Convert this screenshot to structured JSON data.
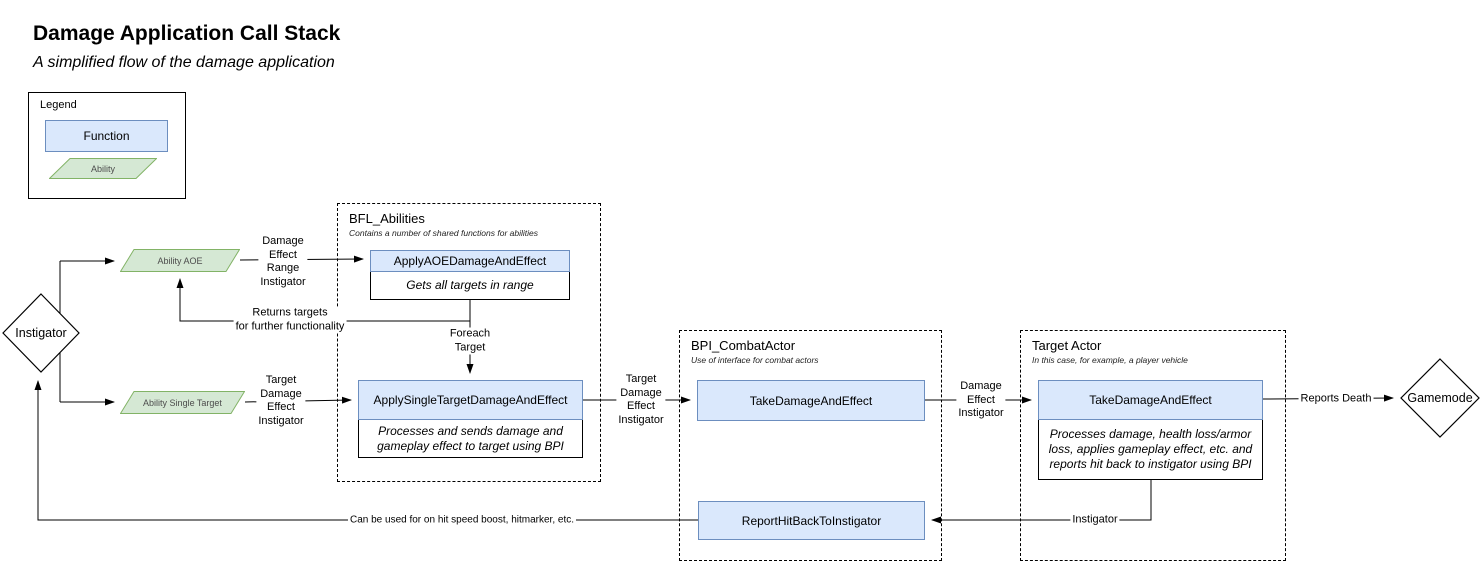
{
  "header": {
    "title": "Damage Application Call Stack",
    "subtitle": "A simplified flow of the damage application"
  },
  "legend": {
    "title": "Legend",
    "function_label": "Function",
    "ability_label": "Ability"
  },
  "containers": {
    "bfl": {
      "title": "BFL_Abilities",
      "subtitle": "Contains a number of shared functions for abilities"
    },
    "bpi": {
      "title": "BPI_CombatActor",
      "subtitle": "Use of interface for combat actors"
    },
    "target_actor": {
      "title": "Target Actor",
      "subtitle": "In this case, for example, a player vehicle"
    }
  },
  "nodes": {
    "instigator": {
      "label": "Instigator"
    },
    "gamemode": {
      "label": "Gamemode"
    },
    "ability_aoe": {
      "label": "Ability AOE"
    },
    "ability_single_target": {
      "label": "Ability Single Target"
    },
    "apply_aoe": {
      "title": "ApplyAOEDamageAndEffect",
      "desc": "Gets all targets in range"
    },
    "apply_single": {
      "title": "ApplySingleTargetDamageAndEffect",
      "desc": "Processes and sends damage and gameplay effect to target using BPI"
    },
    "take_damage_bpi": {
      "title": "TakeDamageAndEffect"
    },
    "report_hit": {
      "title": "ReportHitBackToInstigator"
    },
    "take_damage_target": {
      "title": "TakeDamageAndEffect",
      "desc": "Processes damage, health loss/armor loss, applies gameplay effect, etc. and reports hit back to instigator using BPI"
    }
  },
  "edge_labels": {
    "aoe_params": "Damage\nEffect\nRange\nInstigator",
    "returns_targets": "Returns targets\nfor further functionality",
    "foreach_target": "Foreach\nTarget",
    "single_params": "Target\nDamage\nEffect\nInstigator",
    "bfl_to_bpi_params": "Target\nDamage\nEffect\nInstigator",
    "bpi_to_target_params": "Damage\nEffect\nInstigator",
    "reports_death": "Reports Death",
    "report_back_instigator": "Instigator",
    "report_back_use": "Can be used for on hit speed boost, hitmarker, etc."
  },
  "colors": {
    "function_fill": "#dae8fc",
    "function_border": "#6c8ebf",
    "ability_fill": "#d5e8d4",
    "ability_border": "#82b366",
    "line": "#000000"
  }
}
